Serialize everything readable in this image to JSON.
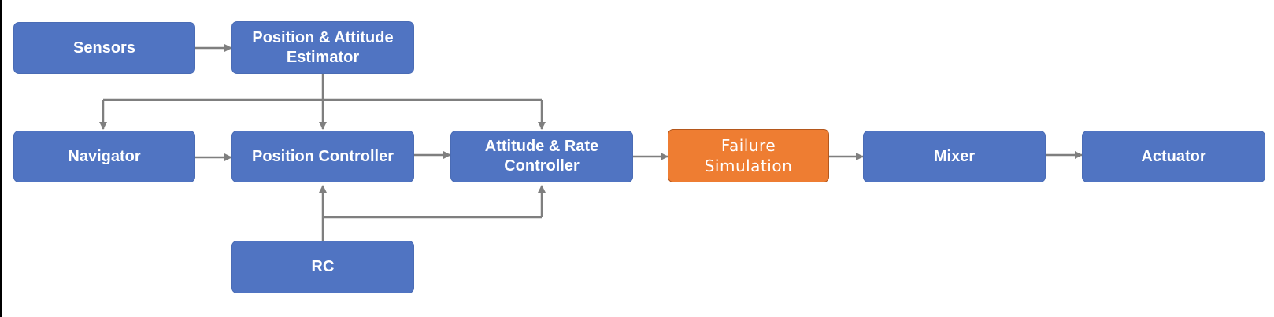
{
  "colors": {
    "node_fill": "#5074c2",
    "highlight_fill": "#ee7d32",
    "arrow": "#7f7f7f",
    "text": "#ffffff"
  },
  "nodes": {
    "sensors": "Sensors",
    "estimator": "Position & Attitude\nEstimator",
    "navigator": "Navigator",
    "position_controller": "Position Controller",
    "attitude_rate_controller": "Attitude & Rate\nController",
    "failure_simulation": "Failure\nSimulation",
    "mixer": "Mixer",
    "actuator": "Actuator",
    "rc": "RC"
  },
  "edges": [
    {
      "from": "Sensors",
      "to": "Position & Attitude Estimator"
    },
    {
      "from": "Position & Attitude Estimator",
      "to": "Navigator"
    },
    {
      "from": "Position & Attitude Estimator",
      "to": "Position Controller"
    },
    {
      "from": "Position & Attitude Estimator",
      "to": "Attitude & Rate Controller"
    },
    {
      "from": "Navigator",
      "to": "Position Controller"
    },
    {
      "from": "Position Controller",
      "to": "Attitude & Rate Controller"
    },
    {
      "from": "Attitude & Rate Controller",
      "to": "Failure Simulation"
    },
    {
      "from": "Failure Simulation",
      "to": "Mixer"
    },
    {
      "from": "Mixer",
      "to": "Actuator"
    },
    {
      "from": "RC",
      "to": "Position Controller"
    },
    {
      "from": "RC",
      "to": "Attitude & Rate Controller"
    }
  ]
}
